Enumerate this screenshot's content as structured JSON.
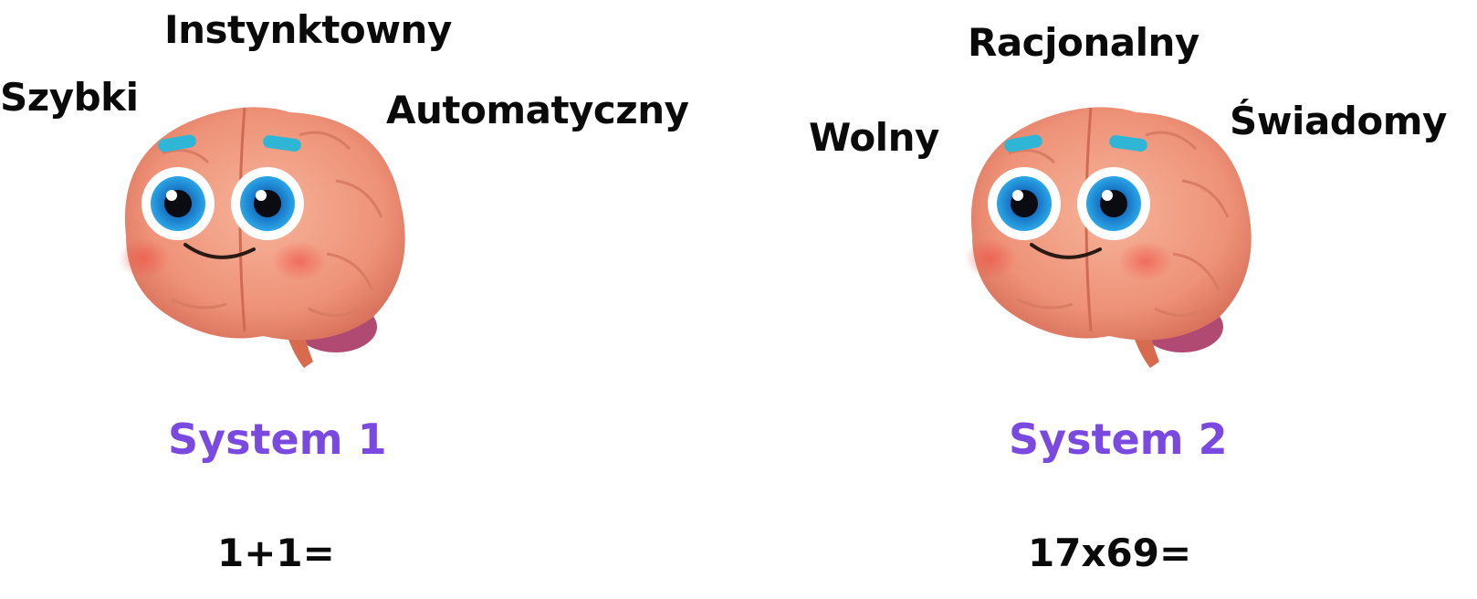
{
  "left": {
    "traits": [
      "Szybki",
      "Instynktowny",
      "Automatyczny"
    ],
    "system_label": "System 1",
    "equation": "1+1="
  },
  "right": {
    "traits": [
      "Wolny",
      "Racjonalny",
      "Świadomy"
    ],
    "system_label": "System 2",
    "equation": "17x69="
  },
  "icons": {
    "brain": "cartoon-brain-icon"
  },
  "colors": {
    "system_label": "#7a4ae0",
    "text": "#0a0a0a",
    "background": "#ffffff"
  }
}
